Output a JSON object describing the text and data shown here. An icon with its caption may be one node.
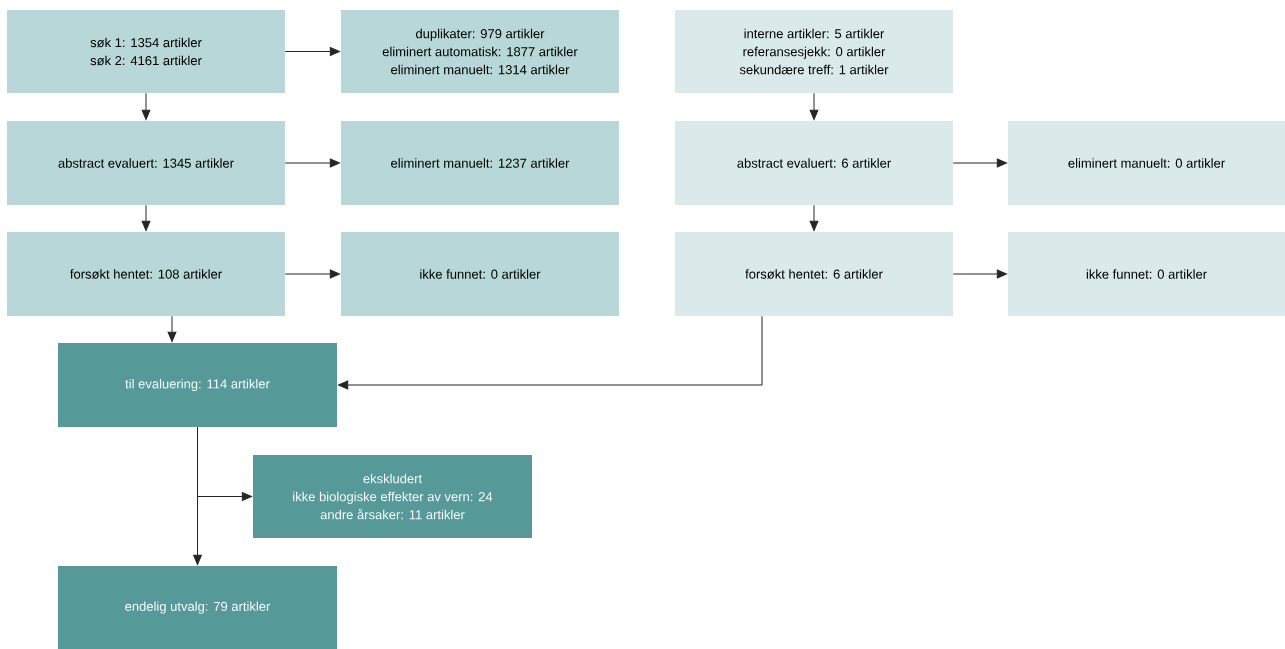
{
  "diagram": {
    "nodes": [
      {
        "text": [
          "søk 1: 1354 artikler",
          "søk 2: 4161 artikler"
        ]
      },
      {
        "text": [
          "duplikater: 979 artikler",
          "eliminert automatisk: 1877 artikler",
          "eliminert manuelt: 1314 artikler"
        ]
      },
      {
        "text": [
          "abstract evaluert: 1345 artikler"
        ]
      },
      {
        "text": [
          "eliminert manuelt: 1237 artikler"
        ]
      },
      {
        "text": [
          "forsøkt hentet: 108 artikler"
        ]
      },
      {
        "text": [
          "ikke funnet: 0 artikler"
        ]
      },
      {
        "text": [
          "interne artikler: 5 artikler",
          "referansesjekk: 0 artikler",
          "sekundære treff: 1 artikler"
        ]
      },
      {
        "text": [
          "abstract evaluert: 6 artikler"
        ]
      },
      {
        "text": [
          "eliminert manuelt: 0 artikler"
        ]
      },
      {
        "text": [
          "forsøkt hentet: 6 artikler"
        ]
      },
      {
        "text": [
          "ikke funnet: 0 artikler"
        ]
      },
      {
        "text": [
          "til evaluering: 114 artikler"
        ]
      },
      {
        "text": [
          "ekskludert",
          "ikke biologiske effekter av vern: 24",
          "andre årsaker: 11 artikler"
        ]
      },
      {
        "text": [
          "endelig utvalg: 79 artikler"
        ]
      }
    ],
    "edges": [
      {
        "from": 0,
        "to": 1,
        "arrow": "to"
      },
      {
        "from": 0,
        "to": 2,
        "arrow": "to"
      },
      {
        "from": 2,
        "to": 3,
        "arrow": "to"
      },
      {
        "from": 2,
        "to": 4,
        "arrow": "to"
      },
      {
        "from": 4,
        "to": 5,
        "arrow": "to"
      },
      {
        "from": 6,
        "to": 7,
        "arrow": "to"
      },
      {
        "from": 7,
        "to": 8,
        "arrow": "to"
      },
      {
        "from": 7,
        "to": 9,
        "arrow": "to"
      },
      {
        "from": 9,
        "to": 10,
        "arrow": "to"
      },
      {
        "from": 4,
        "to": 11,
        "arrow": "to"
      },
      {
        "from": 9,
        "to": 11,
        "arrow": "to"
      },
      {
        "from": 11,
        "to": 12,
        "arrow": "to"
      },
      {
        "from": 11,
        "to": 13,
        "arrow": "to"
      }
    ]
  }
}
